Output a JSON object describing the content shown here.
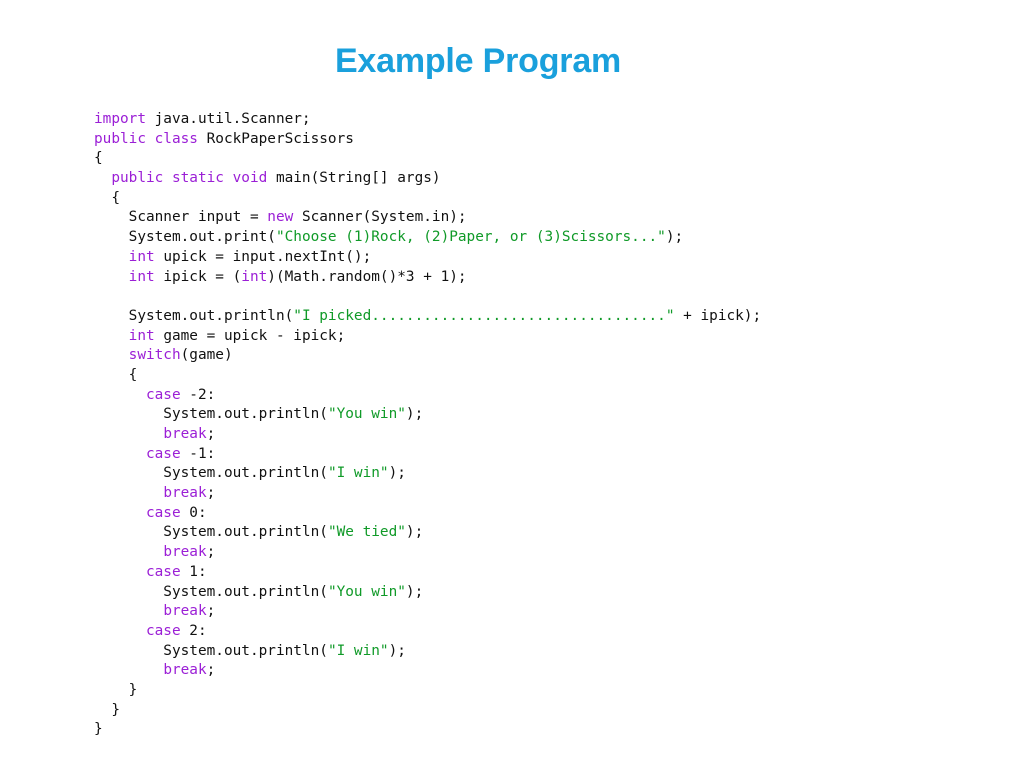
{
  "slide": {
    "title": "Example Program"
  },
  "colors": {
    "title": "#1aa0dc",
    "keyword": "#9b1fd6",
    "string": "#109a28",
    "text": "#111111"
  },
  "code": {
    "language": "java",
    "lines": [
      [
        {
          "t": "kw",
          "v": "import"
        },
        {
          "t": "txt",
          "v": " java.util.Scanner;"
        }
      ],
      [
        {
          "t": "kw",
          "v": "public class"
        },
        {
          "t": "txt",
          "v": " RockPaperScissors"
        }
      ],
      [
        {
          "t": "txt",
          "v": "{"
        }
      ],
      [
        {
          "t": "txt",
          "v": "  "
        },
        {
          "t": "kw",
          "v": "public static void"
        },
        {
          "t": "txt",
          "v": " main(String[] args)"
        }
      ],
      [
        {
          "t": "txt",
          "v": "  {"
        }
      ],
      [
        {
          "t": "txt",
          "v": "    Scanner input = "
        },
        {
          "t": "kw",
          "v": "new"
        },
        {
          "t": "txt",
          "v": " Scanner(System.in);"
        }
      ],
      [
        {
          "t": "txt",
          "v": "    System.out.print("
        },
        {
          "t": "str",
          "v": "\"Choose (1)Rock, (2)Paper, or (3)Scissors...\""
        },
        {
          "t": "txt",
          "v": ");"
        }
      ],
      [
        {
          "t": "txt",
          "v": "    "
        },
        {
          "t": "kw",
          "v": "int"
        },
        {
          "t": "txt",
          "v": " upick = input.nextInt();"
        }
      ],
      [
        {
          "t": "txt",
          "v": "    "
        },
        {
          "t": "kw",
          "v": "int"
        },
        {
          "t": "txt",
          "v": " ipick = ("
        },
        {
          "t": "kw",
          "v": "int"
        },
        {
          "t": "txt",
          "v": ")(Math.random()*3 + 1);"
        }
      ],
      [
        {
          "t": "txt",
          "v": ""
        }
      ],
      [
        {
          "t": "txt",
          "v": "    System.out.println("
        },
        {
          "t": "str",
          "v": "\"I picked..................................\""
        },
        {
          "t": "txt",
          "v": " + ipick);"
        }
      ],
      [
        {
          "t": "txt",
          "v": "    "
        },
        {
          "t": "kw",
          "v": "int"
        },
        {
          "t": "txt",
          "v": " game = upick - ipick;"
        }
      ],
      [
        {
          "t": "txt",
          "v": "    "
        },
        {
          "t": "kw",
          "v": "switch"
        },
        {
          "t": "txt",
          "v": "(game)"
        }
      ],
      [
        {
          "t": "txt",
          "v": "    {"
        }
      ],
      [
        {
          "t": "txt",
          "v": "      "
        },
        {
          "t": "kw",
          "v": "case"
        },
        {
          "t": "txt",
          "v": " -2:"
        }
      ],
      [
        {
          "t": "txt",
          "v": "        System.out.println("
        },
        {
          "t": "str",
          "v": "\"You win\""
        },
        {
          "t": "txt",
          "v": ");"
        }
      ],
      [
        {
          "t": "txt",
          "v": "        "
        },
        {
          "t": "kw",
          "v": "break"
        },
        {
          "t": "txt",
          "v": ";"
        }
      ],
      [
        {
          "t": "txt",
          "v": "      "
        },
        {
          "t": "kw",
          "v": "case"
        },
        {
          "t": "txt",
          "v": " -1:"
        }
      ],
      [
        {
          "t": "txt",
          "v": "        System.out.println("
        },
        {
          "t": "str",
          "v": "\"I win\""
        },
        {
          "t": "txt",
          "v": ");"
        }
      ],
      [
        {
          "t": "txt",
          "v": "        "
        },
        {
          "t": "kw",
          "v": "break"
        },
        {
          "t": "txt",
          "v": ";"
        }
      ],
      [
        {
          "t": "txt",
          "v": "      "
        },
        {
          "t": "kw",
          "v": "case"
        },
        {
          "t": "txt",
          "v": " 0:"
        }
      ],
      [
        {
          "t": "txt",
          "v": "        System.out.println("
        },
        {
          "t": "str",
          "v": "\"We tied\""
        },
        {
          "t": "txt",
          "v": ");"
        }
      ],
      [
        {
          "t": "txt",
          "v": "        "
        },
        {
          "t": "kw",
          "v": "break"
        },
        {
          "t": "txt",
          "v": ";"
        }
      ],
      [
        {
          "t": "txt",
          "v": "      "
        },
        {
          "t": "kw",
          "v": "case"
        },
        {
          "t": "txt",
          "v": " 1:"
        }
      ],
      [
        {
          "t": "txt",
          "v": "        System.out.println("
        },
        {
          "t": "str",
          "v": "\"You win\""
        },
        {
          "t": "txt",
          "v": ");"
        }
      ],
      [
        {
          "t": "txt",
          "v": "        "
        },
        {
          "t": "kw",
          "v": "break"
        },
        {
          "t": "txt",
          "v": ";"
        }
      ],
      [
        {
          "t": "txt",
          "v": "      "
        },
        {
          "t": "kw",
          "v": "case"
        },
        {
          "t": "txt",
          "v": " 2:"
        }
      ],
      [
        {
          "t": "txt",
          "v": "        System.out.println("
        },
        {
          "t": "str",
          "v": "\"I win\""
        },
        {
          "t": "txt",
          "v": ");"
        }
      ],
      [
        {
          "t": "txt",
          "v": "        "
        },
        {
          "t": "kw",
          "v": "break"
        },
        {
          "t": "txt",
          "v": ";"
        }
      ],
      [
        {
          "t": "txt",
          "v": "    }"
        }
      ],
      [
        {
          "t": "txt",
          "v": "  }"
        }
      ],
      [
        {
          "t": "txt",
          "v": "}"
        }
      ]
    ]
  }
}
